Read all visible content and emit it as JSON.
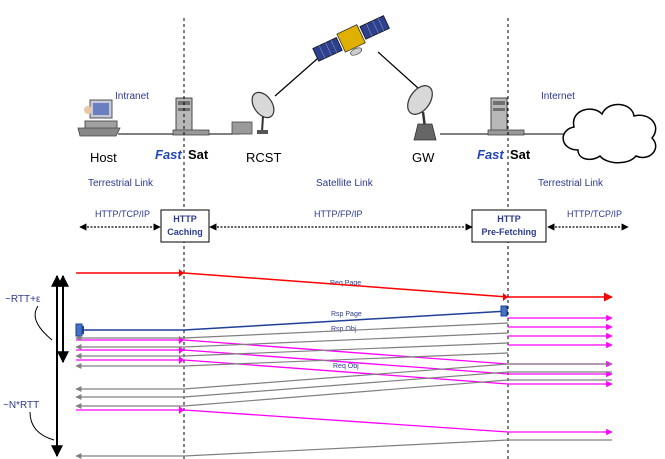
{
  "nodes": {
    "host": "Host",
    "fastsat_left_prefix": "Fast",
    "fastsat_left_suffix": "Sat",
    "rcst": "RCST",
    "gw": "GW",
    "fastsat_right_prefix": "Fast",
    "fastsat_right_suffix": "Sat"
  },
  "zones": {
    "intranet": "Intranet",
    "internet": "Internet",
    "terrestrial_left": "Terrestrial Link",
    "satellite": "Satellite Link",
    "terrestrial_right": "Terrestrial Link"
  },
  "protocols": {
    "left": "HTTP/TCP/IP",
    "middle": "HTTP/FP/IP",
    "right": "HTTP/TCP/IP"
  },
  "boxes": {
    "caching_line1": "HTTP",
    "caching_line2": "Caching",
    "prefetch_line1": "HTTP",
    "prefetch_line2": "Pre-Fetching"
  },
  "timing": {
    "rtt_eps": "~RTT+ε",
    "n_rtt": "~N*RTT"
  },
  "messages": {
    "req_page": "Req Page",
    "rsp_page": "Rsp Page",
    "rsp_obj": "Rsp Obj",
    "req_obj": "Req Obj"
  },
  "colors": {
    "request_page": "#ff0000",
    "response_page": "#1f3f99",
    "object_request": "#ff00ff",
    "object_response": "#808080",
    "label_blue": "#2b3990"
  },
  "icons": [
    "computer-icon",
    "server-icon",
    "dish-antenna-icon",
    "satellite-icon",
    "cloud-icon"
  ]
}
